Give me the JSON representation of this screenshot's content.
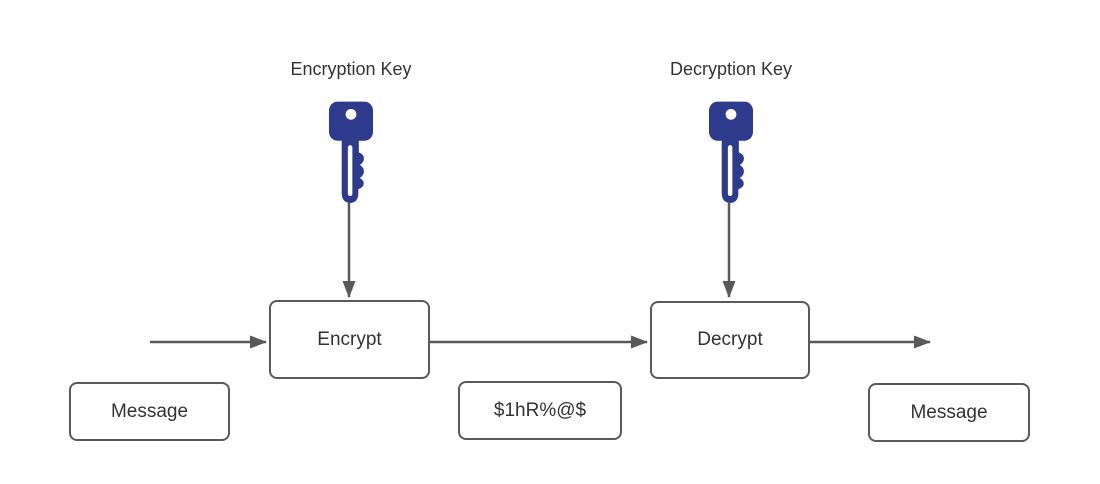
{
  "diagram": {
    "type": "flow-diagram",
    "subject": "encryption-decryption-process",
    "key_labels": [
      {
        "id": "encryption-key",
        "label": "Encryption Key"
      },
      {
        "id": "decryption-key",
        "label": "Decryption Key"
      }
    ],
    "process_nodes": [
      {
        "id": "encrypt",
        "label": "Encrypt"
      },
      {
        "id": "decrypt",
        "label": "Decrypt"
      }
    ],
    "data_nodes": [
      {
        "id": "message-in",
        "label": "Message"
      },
      {
        "id": "ciphertext",
        "label": "$1hR%@$"
      },
      {
        "id": "message-out",
        "label": "Message"
      }
    ],
    "icons": [
      {
        "name": "key-icon",
        "meaning": "encryption key",
        "color": "#2e3a8c"
      },
      {
        "name": "key-icon",
        "meaning": "decryption key",
        "color": "#2e3a8c"
      }
    ],
    "connectors": [
      {
        "from": "start",
        "to": "encrypt"
      },
      {
        "from": "encrypt",
        "to": "decrypt"
      },
      {
        "from": "decrypt",
        "to": "end"
      },
      {
        "from": "encryption-key",
        "to": "encrypt"
      },
      {
        "from": "decryption-key",
        "to": "decrypt"
      }
    ],
    "colors": {
      "key_fill": "#2e3a8c",
      "box_border": "#595959",
      "arrow": "#595959",
      "text": "#333333",
      "background": "#ffffff"
    }
  }
}
